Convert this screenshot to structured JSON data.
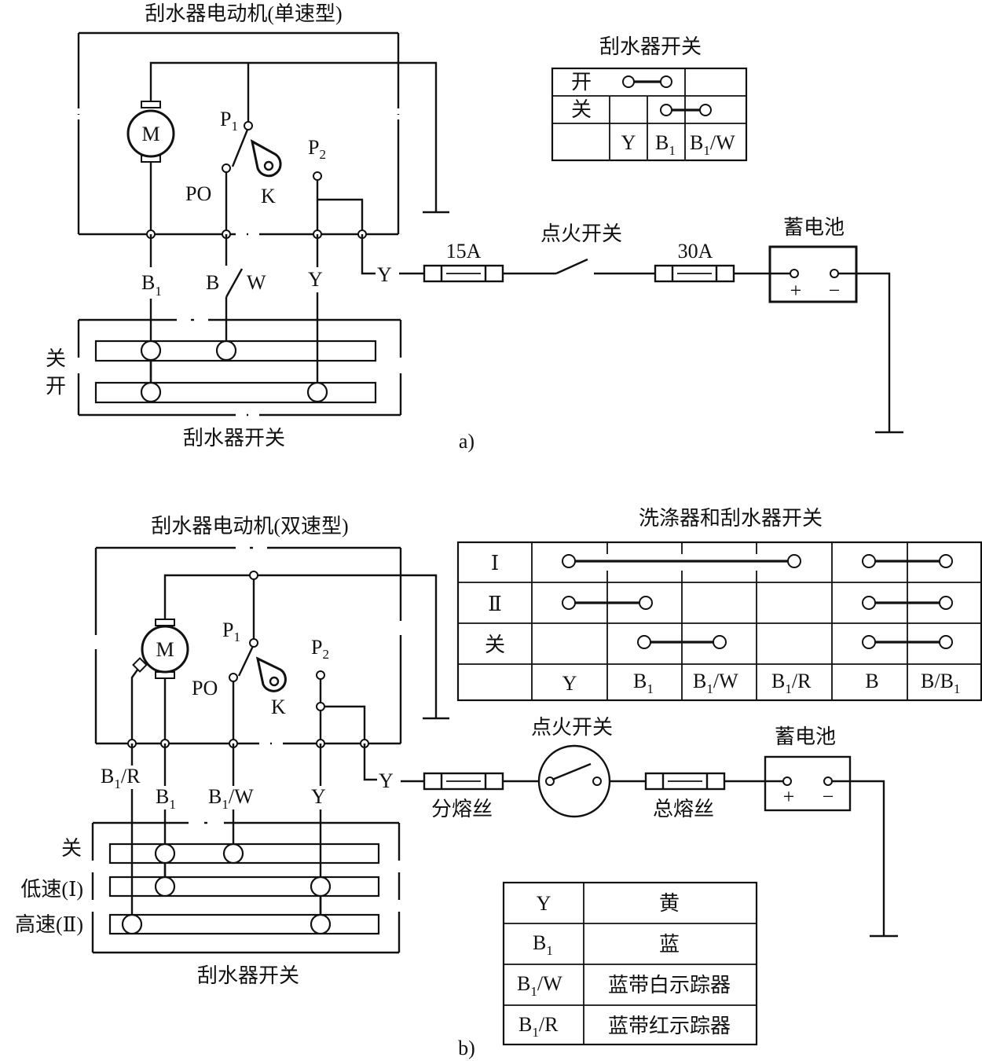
{
  "diagram_a": {
    "caption": "a)",
    "motor_title": "刮水器电动机(单速型)",
    "motor_symbol": "M",
    "p1": "P",
    "p1_sub": "1",
    "po": "PO",
    "k": "K",
    "p2": "P",
    "p2_sub": "2",
    "wire_b1": "B",
    "wire_b1_sub": "1",
    "wire_bw": "B",
    "wire_bw_w": "W",
    "wire_y": "Y",
    "wire_y2": "Y",
    "fuse_15a": "15A",
    "ignition": "点火开关",
    "fuse_30a": "30A",
    "battery": "蓄电池",
    "plus": "+",
    "minus": "−",
    "switch_off": "关",
    "switch_on": "开",
    "switch_title": "刮水器开关",
    "table_title": "刮水器开关",
    "table_rows": [
      "开",
      "关"
    ],
    "table_cols": [
      "Y",
      "B",
      "B"
    ],
    "table_col_subs": [
      "",
      "1",
      "1"
    ],
    "table_col_suffix": [
      "",
      "",
      "/W"
    ]
  },
  "diagram_b": {
    "caption": "b)",
    "motor_title": "刮水器电动机(双速型)",
    "motor_symbol": "M",
    "p1": "P",
    "p1_sub": "1",
    "po": "PO",
    "k": "K",
    "p2": "P",
    "p2_sub": "2",
    "wire_b1r": "B",
    "wire_b1r_sub": "1",
    "wire_b1r_suffix": "/R",
    "wire_b1": "B",
    "wire_b1_sub": "1",
    "wire_b1w": "B",
    "wire_b1w_sub": "1",
    "wire_b1w_suffix": "/W",
    "wire_y": "Y",
    "wire_y2": "Y",
    "fuse_branch": "分熔丝",
    "ignition": "点火开关",
    "fuse_main": "总熔丝",
    "battery": "蓄电池",
    "plus": "+",
    "minus": "−",
    "switch_off": "关",
    "switch_low": "低速(Ⅰ)",
    "switch_high": "高速(Ⅱ)",
    "switch_title": "刮水器开关",
    "table_title": "洗涤器和刮水器开关",
    "table_rows": [
      "Ⅰ",
      "Ⅱ",
      "关"
    ],
    "table_cols": [
      "Y",
      "B",
      "B",
      "B",
      "B",
      "B"
    ],
    "table_col_subs": [
      "",
      "1",
      "1",
      "1",
      "",
      "1"
    ],
    "table_col_pre": [
      "",
      "",
      "",
      "",
      "",
      "/"
    ],
    "table_col_suffix": [
      "",
      "",
      "/W",
      "/R",
      "",
      ""
    ],
    "legend": [
      {
        "code": "Y",
        "sub": "",
        "suffix": "",
        "meaning": "黄"
      },
      {
        "code": "B",
        "sub": "1",
        "suffix": "",
        "meaning": "蓝"
      },
      {
        "code": "B",
        "sub": "1",
        "suffix": "/W",
        "meaning": "蓝带白示踪器"
      },
      {
        "code": "B",
        "sub": "1",
        "suffix": "/R",
        "meaning": "蓝带红示踪器"
      }
    ]
  }
}
